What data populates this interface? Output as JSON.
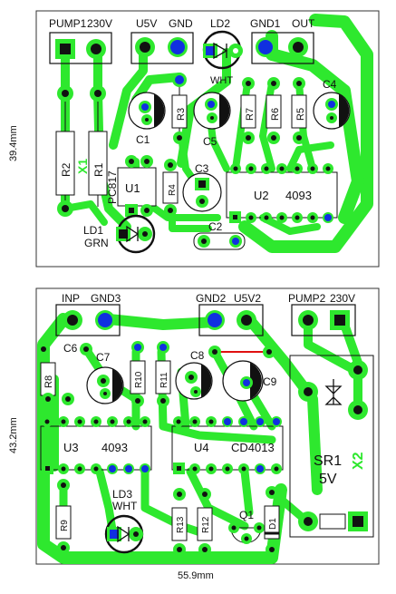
{
  "top_board": {
    "height_label": "39.4mm",
    "connectors": {
      "pump1": "PUMP1",
      "v230": "230V",
      "u5v": "U5V",
      "gnd": "GND",
      "ld2": "LD2",
      "gnd1": "GND1",
      "out": "OUT"
    },
    "components": {
      "r2": "R2",
      "r1": "R1",
      "pc817": "PC817",
      "u1": "U1",
      "x1": "X1",
      "ld1": "LD1",
      "grn": "GRN",
      "c1": "C1",
      "r3": "R3",
      "c5": "C5",
      "wht": "WHT",
      "r7": "R7",
      "r6": "R6",
      "r5": "R5",
      "c4": "C4",
      "c3": "C3",
      "r4": "R4",
      "u2": "U2",
      "ic4093": "4093",
      "c2": "C2"
    }
  },
  "bottom_board": {
    "height_label": "43.2mm",
    "width_label": "55.9mm",
    "connectors": {
      "inp": "INP",
      "gnd3": "GND3",
      "gnd2": "GND2",
      "u5v2": "U5V2",
      "pump2": "PUMP2",
      "v230": "230V"
    },
    "components": {
      "c6": "C6",
      "c7": "C7",
      "r8": "R8",
      "r10": "R10",
      "r11": "R11",
      "c8": "C8",
      "c9": "C9",
      "u3": "U3",
      "ic4093": "4093",
      "u4": "U4",
      "cd4013": "CD4013",
      "sr1": "SR1",
      "v5": "5V",
      "x2": "X2",
      "ld3": "LD3",
      "wht": "WHT",
      "r9": "R9",
      "r13": "R13",
      "r12": "R12",
      "q1": "Q1",
      "d1": "D1"
    }
  },
  "colors": {
    "trace": "#2ee82e",
    "pad_blue": "#1030e0",
    "outline": "#111111",
    "jumper": "#e01010",
    "background": "#ffffff"
  }
}
